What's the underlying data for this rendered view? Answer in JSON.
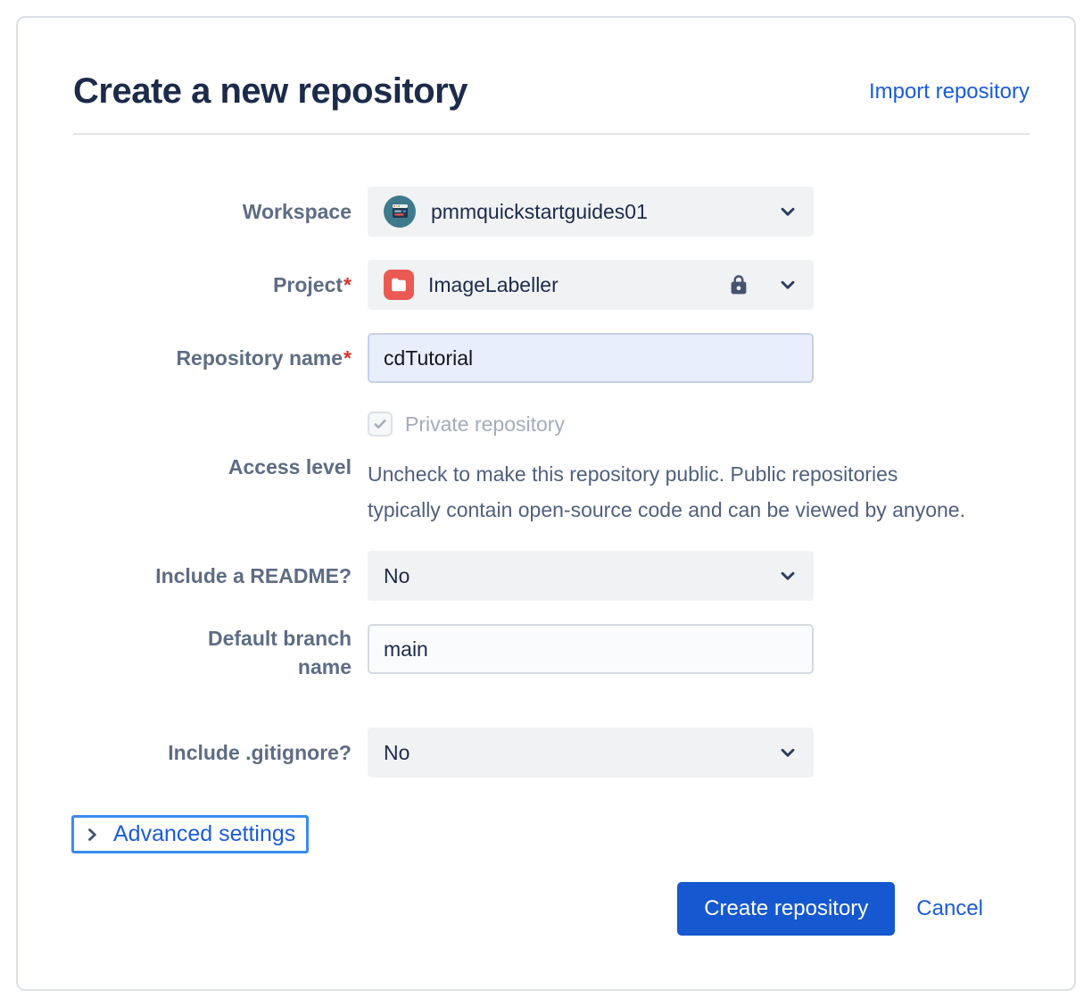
{
  "dialog": {
    "title": "Create a new repository",
    "import_link": "Import repository",
    "required_marker": "*",
    "fields": {
      "workspace": {
        "label": "Workspace",
        "value": "pmmquickstartguides01"
      },
      "project": {
        "label": "Project",
        "value": "ImageLabeller",
        "locked": true
      },
      "repository_name": {
        "label": "Repository name",
        "value": "cdTutorial"
      },
      "access_level": {
        "label": "Access level",
        "checkbox_label": "Private repository",
        "checked": true,
        "description": "Uncheck to make this repository public. Public repositories typically contain open-source code and can be viewed by anyone."
      },
      "include_readme": {
        "label": "Include a README?",
        "value": "No"
      },
      "default_branch": {
        "label": "Default branch\nname",
        "value": "main"
      },
      "include_gitignore": {
        "label": "Include .gitignore?",
        "value": "No"
      }
    },
    "advanced_settings_label": "Advanced settings",
    "footer": {
      "create_label": "Create repository",
      "cancel_label": "Cancel"
    },
    "colors": {
      "title_navy": "#1C2B4A",
      "link_blue": "#1B5CD9",
      "button_blue": "#1658CF",
      "focus_outline_blue": "#3C8AF0",
      "workspace_avatar_teal": "#3E7A8C",
      "project_icon_red": "#EB5A52",
      "disabled_text_gray": "#A4ACBB",
      "autofill_field_blue": "#E8EEFB"
    }
  }
}
